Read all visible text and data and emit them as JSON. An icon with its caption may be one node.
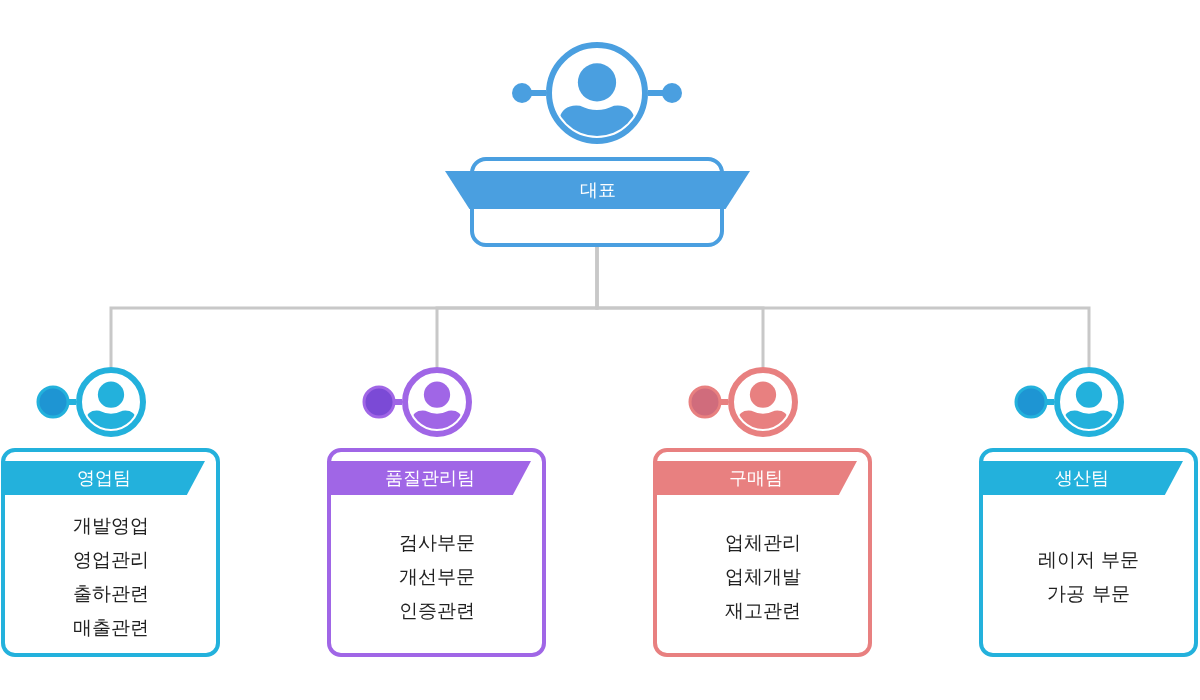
{
  "diagram": {
    "nodes": [
      {
        "text": [
          "대표"
        ]
      },
      {
        "text": [
          "영업팀",
          "개발영업",
          "영업관리",
          "출하관련",
          "매출관련"
        ]
      },
      {
        "text": [
          "품질관리팀",
          "검사부문",
          "개선부문",
          "인증관련"
        ]
      },
      {
        "text": [
          "구매팀",
          "업체관리",
          "업체개발",
          "재고관련"
        ]
      },
      {
        "text": [
          "생산팀",
          "레이저 부문",
          "가공 부문"
        ]
      }
    ],
    "edges": [
      {
        "from": 0,
        "to": 1,
        "arrow": "none"
      },
      {
        "from": 0,
        "to": 2,
        "arrow": "none"
      },
      {
        "from": 0,
        "to": 3,
        "arrow": "none"
      },
      {
        "from": 0,
        "to": 4,
        "arrow": "none"
      }
    ]
  }
}
